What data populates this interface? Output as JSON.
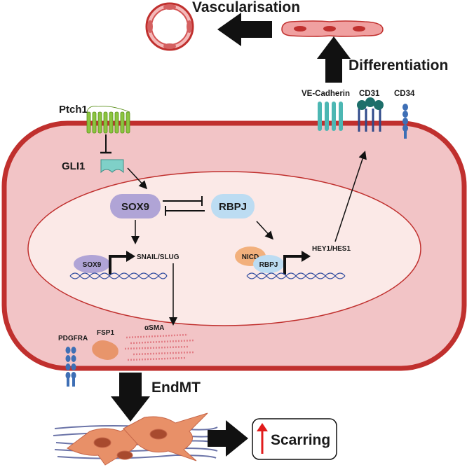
{
  "labels": {
    "vascularisation": "Vascularisation",
    "differentiation": "Differentiation",
    "ve_cadherin": "VE-Cadherin",
    "cd31": "CD31",
    "cd34": "CD34",
    "ptch1": "Ptch1",
    "gli1": "GLI1",
    "sox9": "SOX9",
    "rbpj": "RBPJ",
    "sox9_small": "SOX9",
    "snail_slug": "SNAIL/SLUG",
    "nicd": "NICD",
    "rbpj_small": "RBPJ",
    "hey1_hes1": "HEY1/HES1",
    "pdgfra": "PDGFRA",
    "fsp1": "FSP1",
    "asma": "αSMA",
    "endmt": "EndMT",
    "scarring": "Scarring"
  },
  "colors": {
    "cell_membrane": "#c0302e",
    "cytoplasm": "#f2c4c6",
    "nucleus": "#fbe9e7",
    "sox9": "#b0a4d6",
    "rbpj": "#bcdcf2",
    "nicd": "#f2b07c",
    "gli1": "#7fd0c8",
    "ptch1": "#8bc53f",
    "fsp1": "#e8956b",
    "fibroblast": "#e89068",
    "dna": "#2e4a9e",
    "arrow": "#111111",
    "scarring_arrow": "#e11c1c"
  },
  "icons": [
    "blood-vessel-icon",
    "endothelial-cell-icon",
    "receptor-icon",
    "dna-helix-icon",
    "fibroblast-icon",
    "up-arrow-icon"
  ]
}
